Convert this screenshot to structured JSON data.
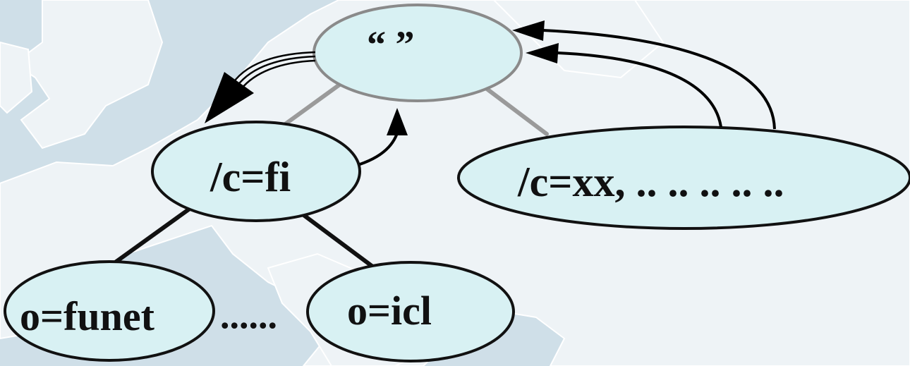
{
  "diagram": {
    "colors": {
      "background": "#cfdfe8",
      "land": "#eef3f6",
      "node_fill": "#d8f1f3",
      "root_stroke": "#8a8a8a",
      "node_stroke": "#111111",
      "grey_line": "#9a9a9a"
    },
    "nodes": {
      "root": {
        "label": "“     ”"
      },
      "country_fi": {
        "label": "/c=fi"
      },
      "country_xx": {
        "label": "/c=xx,  .. .. .. .. .."
      },
      "org_funet": {
        "label": "o=funet"
      },
      "org_icl": {
        "label": "o=icl"
      }
    },
    "separator": {
      "label": "......"
    }
  }
}
